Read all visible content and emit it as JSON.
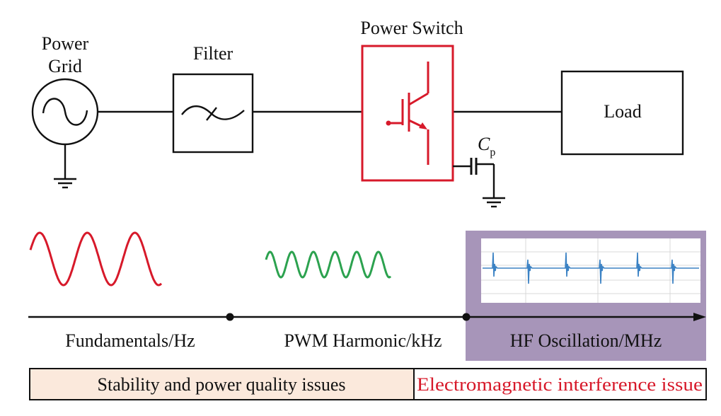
{
  "diagram": {
    "components": {
      "power_grid": {
        "label_line1": "Power",
        "label_line2": "Grid"
      },
      "filter": {
        "label": "Filter"
      },
      "power_switch": {
        "label": "Power Switch",
        "color": "#d7192a"
      },
      "load": {
        "label": "Load"
      },
      "parasitic_capacitor": {
        "label_main": "C",
        "label_sub": "p"
      }
    },
    "waveforms": {
      "fundamental_color": "#d7192a",
      "pwm_color": "#2ca24f",
      "hf_trace_color": "#3b82c4"
    },
    "timeline": {
      "bands": [
        {
          "label": "Fundamentals/Hz"
        },
        {
          "label": "PWM Harmonic/kHz"
        },
        {
          "label": "HF Oscillation/MHz",
          "highlight_color": "#a795b9"
        }
      ]
    },
    "issues": {
      "left": {
        "label": "Stability and power quality issues",
        "background": "#fbe9dc"
      },
      "right": {
        "label": "Electromagnetic interference issue",
        "color": "#d7192a"
      }
    }
  }
}
